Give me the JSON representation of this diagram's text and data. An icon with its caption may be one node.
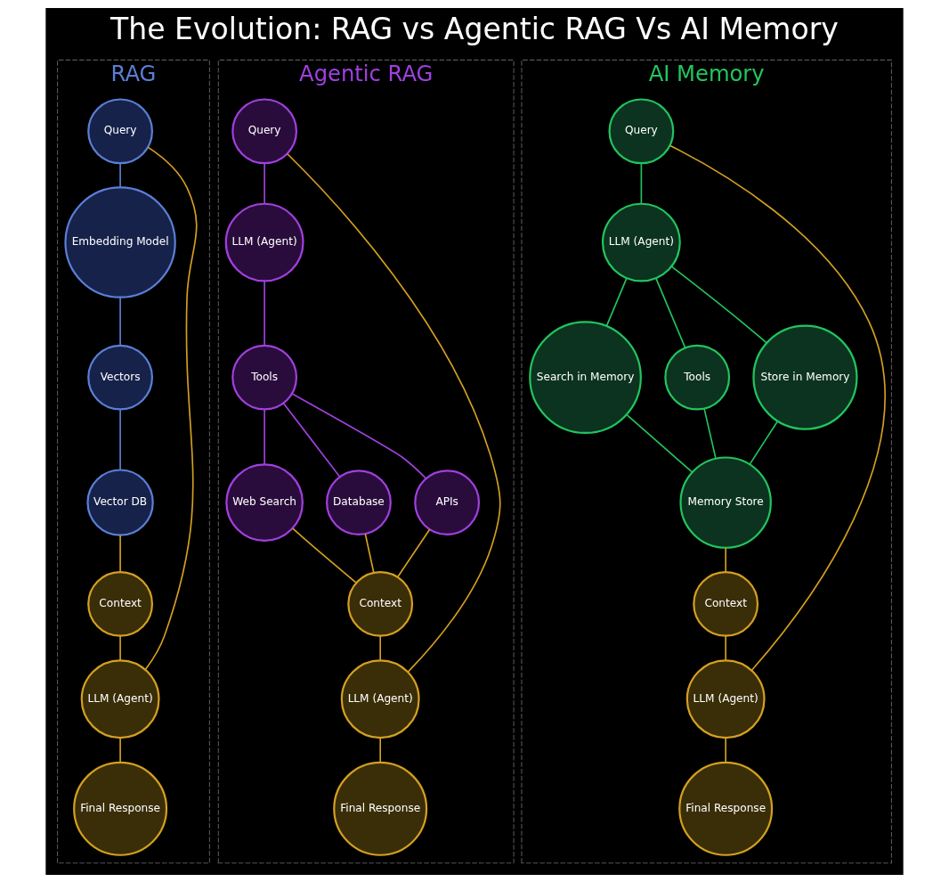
{
  "diagram": {
    "title": "The Evolution: RAG vs Agentic RAG Vs AI Memory",
    "nodes": [
      {
        "text": [
          "RAG"
        ]
      },
      {
        "text": [
          "Query"
        ],
        "in": 0
      },
      {
        "text": [
          "Embedding Model"
        ],
        "in": 0
      },
      {
        "text": [
          "Vectors"
        ],
        "in": 0
      },
      {
        "text": [
          "Vector DB"
        ],
        "in": 0
      },
      {
        "text": [
          "Context"
        ],
        "in": 0
      },
      {
        "text": [
          "LLM (Agent)"
        ],
        "in": 0
      },
      {
        "text": [
          "Final Response"
        ],
        "in": 0
      },
      {
        "text": [
          "Agentic RAG"
        ]
      },
      {
        "text": [
          "Query"
        ],
        "in": 8
      },
      {
        "text": [
          "LLM (Agent)"
        ],
        "in": 8
      },
      {
        "text": [
          "Tools"
        ],
        "in": 8
      },
      {
        "text": [
          "Web Search"
        ],
        "in": 8
      },
      {
        "text": [
          "Database"
        ],
        "in": 8
      },
      {
        "text": [
          "APIs"
        ],
        "in": 8
      },
      {
        "text": [
          "Context"
        ],
        "in": 8
      },
      {
        "text": [
          "LLM (Agent)"
        ],
        "in": 8
      },
      {
        "text": [
          "Final Response"
        ],
        "in": 8
      },
      {
        "text": [
          "AI Memory"
        ]
      },
      {
        "text": [
          "Query"
        ],
        "in": 18
      },
      {
        "text": [
          "LLM (Agent)"
        ],
        "in": 18
      },
      {
        "text": [
          "Search in Memory"
        ],
        "in": 18
      },
      {
        "text": [
          "Tools"
        ],
        "in": 18
      },
      {
        "text": [
          "Store in Memory"
        ],
        "in": 18
      },
      {
        "text": [
          "Memory Store"
        ],
        "in": 18
      },
      {
        "text": [
          "Context"
        ],
        "in": 18
      },
      {
        "text": [
          "LLM (Agent)"
        ],
        "in": 18
      },
      {
        "text": [
          "Final Response"
        ],
        "in": 18
      }
    ],
    "edges": [
      {
        "from": 1,
        "to": 2,
        "arrow": "none",
        "color": "#5b7fd6"
      },
      {
        "from": 2,
        "to": 3,
        "arrow": "none",
        "color": "#5b7fd6"
      },
      {
        "from": 3,
        "to": 4,
        "arrow": "none",
        "color": "#5b7fd6"
      },
      {
        "from": 4,
        "to": 5,
        "arrow": "none",
        "color": "#d4a020"
      },
      {
        "from": 5,
        "to": 6,
        "arrow": "none",
        "color": "#d4a020"
      },
      {
        "from": 6,
        "to": 7,
        "arrow": "none",
        "color": "#d4a020"
      },
      {
        "from": 1,
        "to": 6,
        "arrow": "none",
        "color": "#d4a020"
      },
      {
        "from": 9,
        "to": 10,
        "arrow": "none",
        "color": "#a040e0"
      },
      {
        "from": 10,
        "to": 11,
        "arrow": "none",
        "color": "#a040e0"
      },
      {
        "from": 11,
        "to": 12,
        "arrow": "none",
        "color": "#a040e0"
      },
      {
        "from": 11,
        "to": 13,
        "arrow": "none",
        "color": "#a040e0"
      },
      {
        "from": 11,
        "to": 14,
        "arrow": "none",
        "color": "#a040e0"
      },
      {
        "from": 12,
        "to": 15,
        "arrow": "none",
        "color": "#d4a020"
      },
      {
        "from": 13,
        "to": 15,
        "arrow": "none",
        "color": "#d4a020"
      },
      {
        "from": 14,
        "to": 15,
        "arrow": "none",
        "color": "#d4a020"
      },
      {
        "from": 15,
        "to": 16,
        "arrow": "none",
        "color": "#d4a020"
      },
      {
        "from": 16,
        "to": 17,
        "arrow": "none",
        "color": "#d4a020"
      },
      {
        "from": 9,
        "to": 16,
        "arrow": "none",
        "color": "#d4a020"
      },
      {
        "from": 19,
        "to": 20,
        "arrow": "none",
        "color": "#22c55e"
      },
      {
        "from": 20,
        "to": 21,
        "arrow": "none",
        "color": "#22c55e"
      },
      {
        "from": 20,
        "to": 22,
        "arrow": "none",
        "color": "#22c55e"
      },
      {
        "from": 20,
        "to": 23,
        "arrow": "none",
        "color": "#22c55e"
      },
      {
        "from": 21,
        "to": 24,
        "arrow": "none",
        "color": "#22c55e"
      },
      {
        "from": 22,
        "to": 24,
        "arrow": "none",
        "color": "#22c55e"
      },
      {
        "from": 23,
        "to": 24,
        "arrow": "none",
        "color": "#22c55e"
      },
      {
        "from": 24,
        "to": 25,
        "arrow": "none",
        "color": "#d4a020"
      },
      {
        "from": 25,
        "to": 26,
        "arrow": "none",
        "color": "#d4a020"
      },
      {
        "from": 26,
        "to": 27,
        "arrow": "none",
        "color": "#d4a020"
      },
      {
        "from": 19,
        "to": 26,
        "arrow": "none",
        "color": "#d4a020"
      }
    ]
  }
}
